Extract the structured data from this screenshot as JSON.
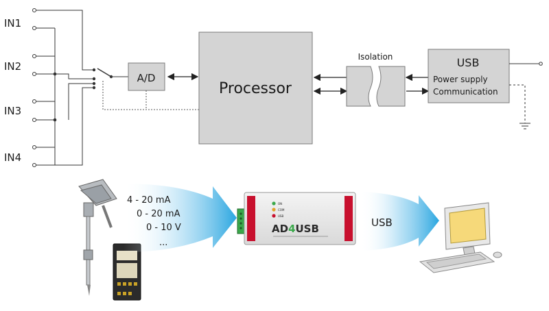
{
  "inputs": [
    "IN1",
    "IN2",
    "IN3",
    "IN4"
  ],
  "blocks": {
    "adc": "A/D",
    "processor": "Processor",
    "isolation": "Isolation",
    "usb_title": "USB",
    "usb_line1": "Power supply",
    "usb_line2": "Communication"
  },
  "signals": [
    "4 - 20 mA",
    "0 - 20 mA",
    "0 - 10 V",
    "..."
  ],
  "device": {
    "brand_prefix": "AD",
    "brand_digit": "4",
    "brand_suffix": "USB",
    "led_labels": [
      "ON",
      "COM",
      "USB"
    ]
  },
  "link_label": "USB",
  "colors": {
    "block_fill": "#d4d4d4",
    "block_stroke": "#7a7a7a",
    "arrow_blue": "#4fb3e3",
    "device_red": "#c8102e",
    "terminal_green": "#3aa84a",
    "screen_yellow": "#f6d97a"
  }
}
